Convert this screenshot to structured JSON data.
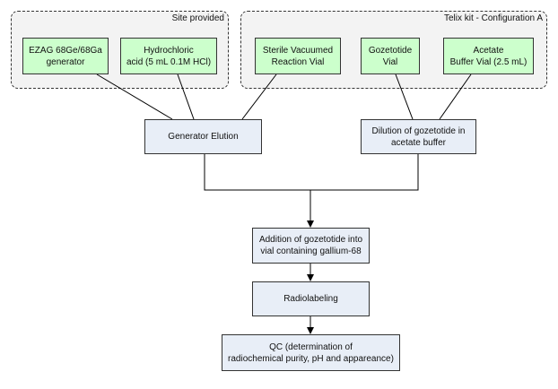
{
  "groups": {
    "site": "Site provided",
    "telix": "Telix kit - Configuration A"
  },
  "inputs": {
    "ezag": "EZAG 68Ge/68Ga\ngenerator",
    "hcl": "Hydrochloric\nacid (5 mL 0.1M HCl)",
    "vial": "Sterile Vacuumed\nReaction Vial",
    "gozetotide": "Gozetotide\nVial",
    "acetate": "Acetate\nBuffer Vial (2.5 mL)"
  },
  "steps": {
    "elution": "Generator Elution",
    "dilution": "Dilution of gozetotide in\nacetate buffer",
    "addition": "Addition of gozetotide into\nvial containing gallium-68",
    "radiolabeling": "Radiolabeling",
    "qc": "QC (determination of\nradiochemical purity, pH and appareance)"
  },
  "colors": {
    "input_fill": "#ccffcc",
    "step_fill": "#e8eef7",
    "group_fill": "#f3f3f3"
  }
}
